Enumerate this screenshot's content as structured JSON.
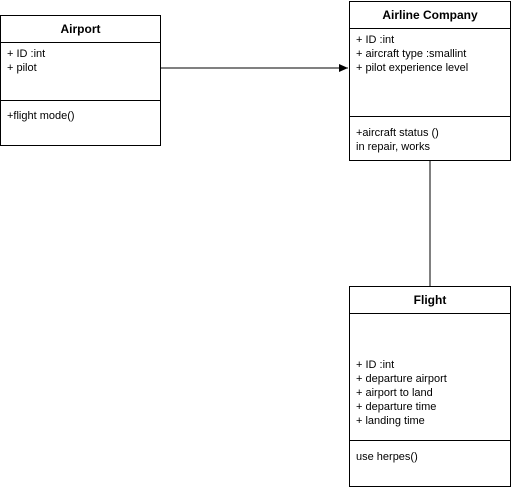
{
  "diagram": {
    "classes": {
      "airport": {
        "name": "Airport",
        "attributes": [
          "+ ID :int",
          "+ pilot"
        ],
        "operations": [
          "+flight mode()"
        ]
      },
      "airline_company": {
        "name": "Airline Company",
        "attributes": [
          "+ ID :int",
          "+ aircraft type :smallint",
          "+ pilot experience level"
        ],
        "operations": [
          "+aircraft status ()",
          "in repair, works"
        ]
      },
      "flight": {
        "name": "Flight",
        "attributes": [
          "+ ID :int",
          "+ departure airport",
          "+ airport to land",
          "+ departure time",
          "+ landing time"
        ],
        "operations": [
          "use herpes()"
        ]
      }
    },
    "line_color": "#000000",
    "background_color": "#ffffff"
  }
}
